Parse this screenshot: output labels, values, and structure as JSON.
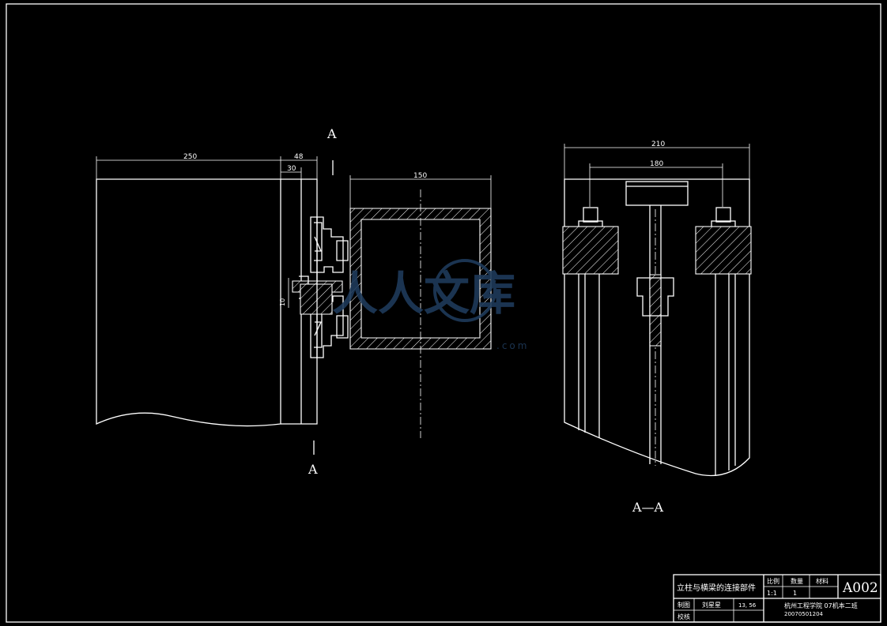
{
  "section_labels": {
    "top": "A",
    "bottom": "A",
    "section_view": "A—A"
  },
  "dimensions": {
    "d250": "250",
    "d48": "48",
    "d30": "30",
    "d150": "150",
    "d10": "10",
    "d210": "210",
    "d180": "180"
  },
  "title_block": {
    "title": "立柱与横梁的连接部件",
    "scale_label": "比例",
    "quantity_label": "数量",
    "material_label": "材料",
    "scale_value": "1:1",
    "quantity_value": "1",
    "drawing_no": "A002",
    "drawn_label": "制图",
    "drawn_by": "刘星星",
    "date": "13, 56",
    "checked_label": "校核",
    "school": "杭州工程学院 07机本二班",
    "student_id": "20070501204"
  },
  "watermark": {
    "text": "人人文库",
    "domain": ".com"
  },
  "colors": {
    "background": "#000000",
    "line": "#ffffff",
    "watermark": "#1e3a5a"
  }
}
